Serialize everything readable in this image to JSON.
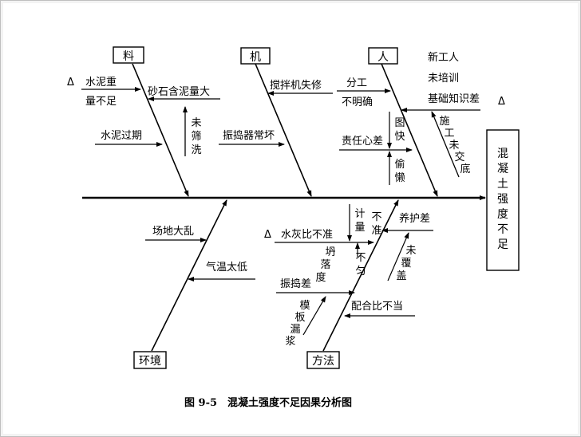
{
  "diagram": {
    "effect": [
      "混",
      "凝",
      "土",
      "强",
      "度",
      "不",
      "足"
    ],
    "categories": {
      "material": "料",
      "machine": "机",
      "people": "人",
      "environment": "环境",
      "method": "方法"
    },
    "causes": {
      "cement_overweight_line1": "水泥重",
      "cement_overweight_line2": "量不足",
      "sand_mud": "砂石含泥量大",
      "not_sieved": [
        "未",
        "筛",
        "洗"
      ],
      "cement_expired": "水泥过期",
      "mixer_repair": "搅拌机失修",
      "vibrator_broken": "振捣器常坏",
      "division_line1": "分工",
      "division_line2": "不明确",
      "new_worker_1": "新工人",
      "new_worker_2": "未培训",
      "new_worker_3": "基础知识差",
      "responsibility": "责任心差",
      "rush": [
        "图",
        "快"
      ],
      "lazy": [
        "偷",
        "懒"
      ],
      "no_briefing": [
        "施",
        "工",
        "未",
        "交",
        "底"
      ],
      "site_chaos": "场地大乱",
      "low_temp": "气温太低",
      "wc_ratio": "水灰比不准",
      "measure": [
        "计",
        "量"
      ],
      "not_accurate": [
        "不",
        "准"
      ],
      "curing": "养护差",
      "not_covered": [
        "未",
        "覆",
        "盖"
      ],
      "slump": [
        "坍",
        "落",
        "度"
      ],
      "not_uniform": [
        "不",
        "匀"
      ],
      "vibration_poor": "振捣差",
      "formwork_leak": [
        "模",
        "板",
        "漏",
        "浆"
      ],
      "mix_ratio": "配合比不当"
    },
    "marks": {
      "triangle": "Δ"
    },
    "caption": "图 9-5　混凝土强度不足因果分析图"
  }
}
